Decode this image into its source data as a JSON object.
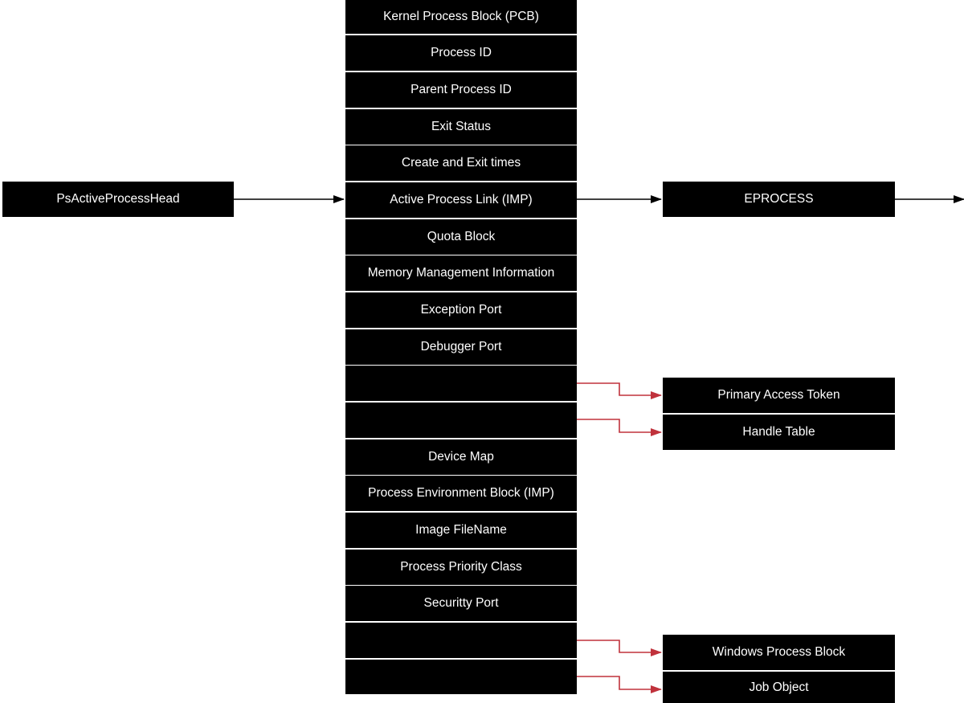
{
  "diagram": {
    "head_label": "PsActiveProcessHead",
    "eprocess_fields": [
      "Kernel Process Block (PCB)",
      "Process ID",
      "Parent Process ID",
      "Exit Status",
      "Create and Exit times",
      "Active Process Link (IMP)",
      "Quota Block",
      "Memory Management Information",
      "Exception Port",
      "Debugger Port",
      "",
      "",
      "Device Map",
      "Process Environment Block (IMP)",
      "Image FileName",
      "Process Priority Class",
      "Securitty Port",
      "",
      ""
    ],
    "next_label": "EPROCESS",
    "pointer_targets": [
      "Primary Access Token",
      "Handle Table",
      "Windows Process Block",
      "Job Object"
    ],
    "colors": {
      "box_fill": "#000000",
      "box_text": "#ffffff",
      "link_arrow": "#000000",
      "pointer_arrow": "#c0323c"
    }
  }
}
